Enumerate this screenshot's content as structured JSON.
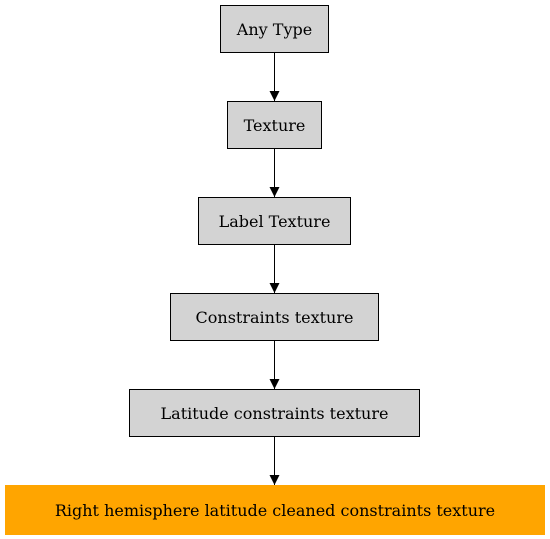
{
  "nodes": [
    {
      "id": "n0",
      "label": "Any Type",
      "fill": "#d3d3d3"
    },
    {
      "id": "n1",
      "label": "Texture",
      "fill": "#d3d3d3"
    },
    {
      "id": "n2",
      "label": "Label Texture",
      "fill": "#d3d3d3"
    },
    {
      "id": "n3",
      "label": "Constraints texture",
      "fill": "#d3d3d3"
    },
    {
      "id": "n4",
      "label": "Latitude constraints texture",
      "fill": "#d3d3d3"
    },
    {
      "id": "n5",
      "label": "Right hemisphere latitude cleaned constraints texture",
      "fill": "#ffa500"
    }
  ],
  "edges": [
    {
      "from": "n0",
      "to": "n1"
    },
    {
      "from": "n1",
      "to": "n2"
    },
    {
      "from": "n2",
      "to": "n3"
    },
    {
      "from": "n3",
      "to": "n4"
    },
    {
      "from": "n4",
      "to": "n5"
    }
  ],
  "colors": {
    "node_fill": "#d3d3d3",
    "highlight_fill": "#ffa500",
    "stroke": "#000000"
  }
}
